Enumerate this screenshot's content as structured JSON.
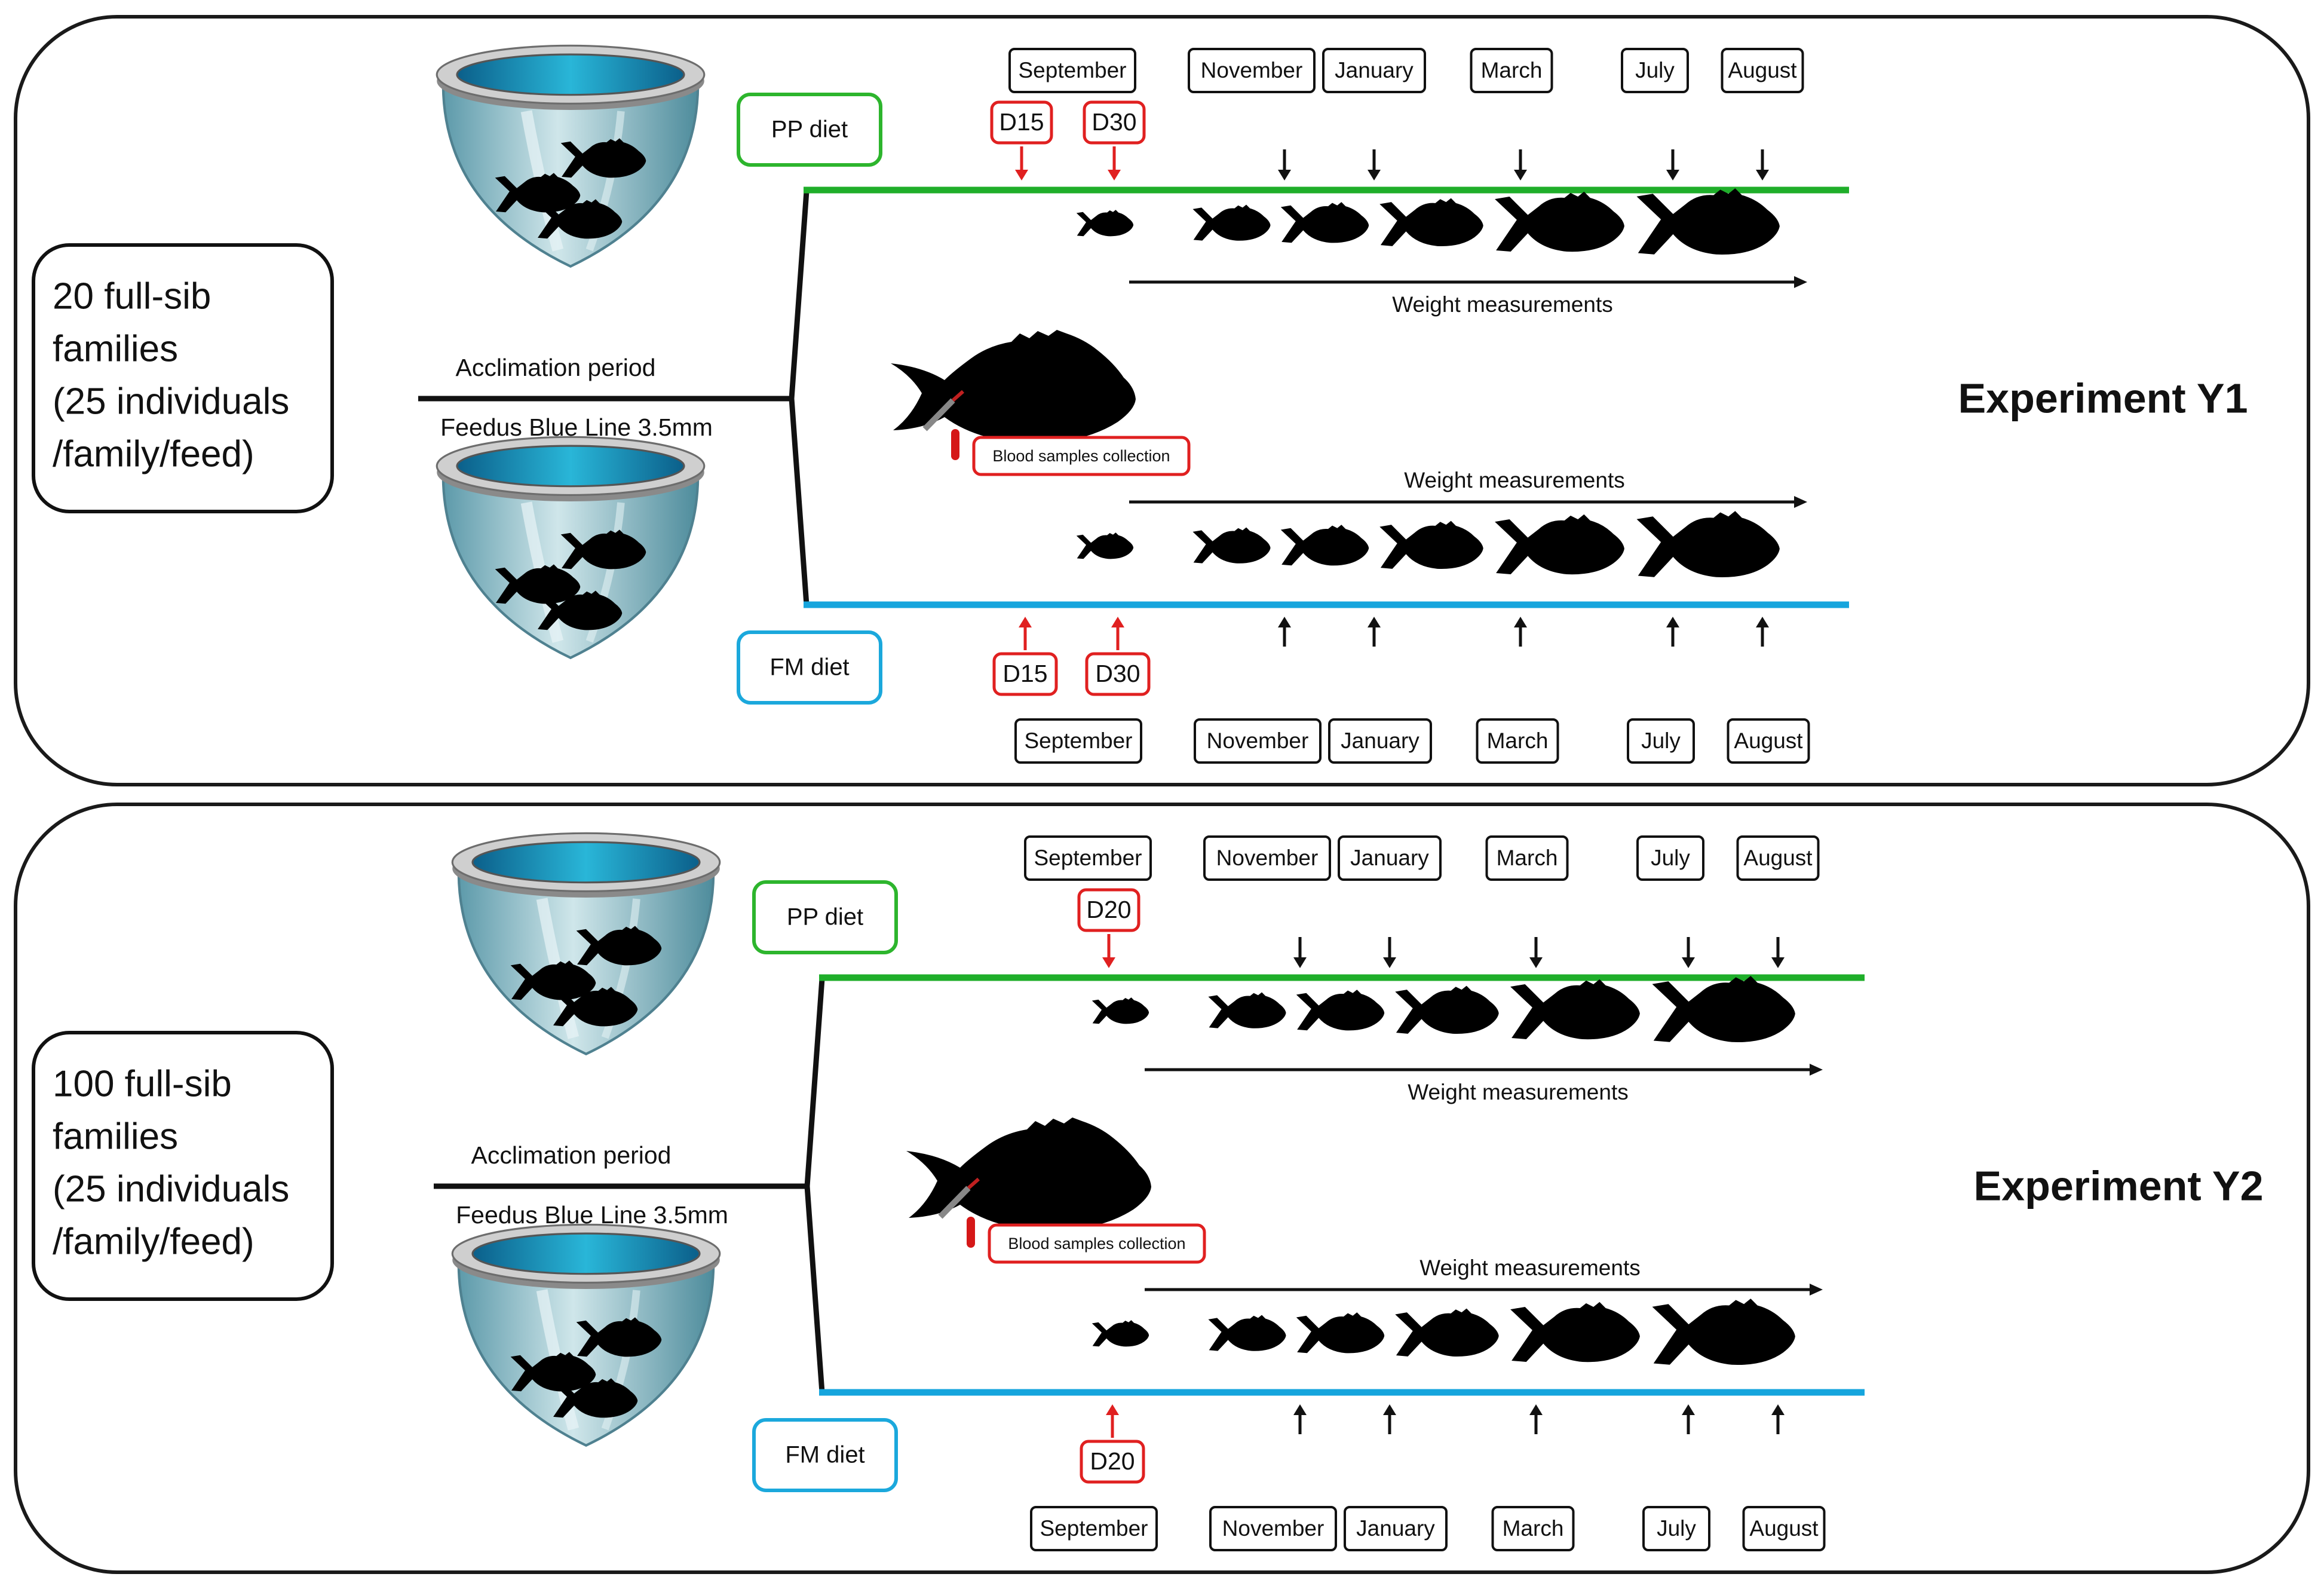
{
  "panels": [
    {
      "experiment": "Experiment Y1",
      "group_lines": [
        "20 full-sib",
        "families",
        "(25 individuals",
        "/family/feed)"
      ],
      "acclimation": "Acclimation period",
      "feed": "Feedus Blue Line 3.5mm",
      "pp_diet": "PP diet",
      "fm_diet": "FM diet",
      "weight_top": "Weight measurements",
      "weight_bottom": "Weight measurements",
      "blood": "Blood samples collection",
      "months": [
        "September",
        "November",
        "January",
        "March",
        "July",
        "August"
      ],
      "sampling_days": [
        "D15",
        "D30"
      ]
    },
    {
      "experiment": "Experiment Y2",
      "group_lines": [
        "100 full-sib",
        "families",
        "(25 individuals",
        "/family/feed)"
      ],
      "acclimation": "Acclimation period",
      "feed": "Feedus Blue Line 3.5mm",
      "pp_diet": "PP diet",
      "fm_diet": "FM diet",
      "weight_top": "Weight measurements",
      "weight_bottom": "Weight measurements",
      "blood": "Blood samples collection",
      "months": [
        "September",
        "November",
        "January",
        "March",
        "July",
        "August"
      ],
      "sampling_days": [
        "D20"
      ]
    }
  ],
  "colors": {
    "pp_line": "#1fae2a",
    "fm_line": "#16a5dd",
    "sampling": "#e02020",
    "tank_water": "#1c8fb8",
    "tank_body": "#9ec8d0"
  },
  "icons": [
    "tank-icon",
    "fish-icon",
    "syringe-icon",
    "blood-tube-icon"
  ]
}
